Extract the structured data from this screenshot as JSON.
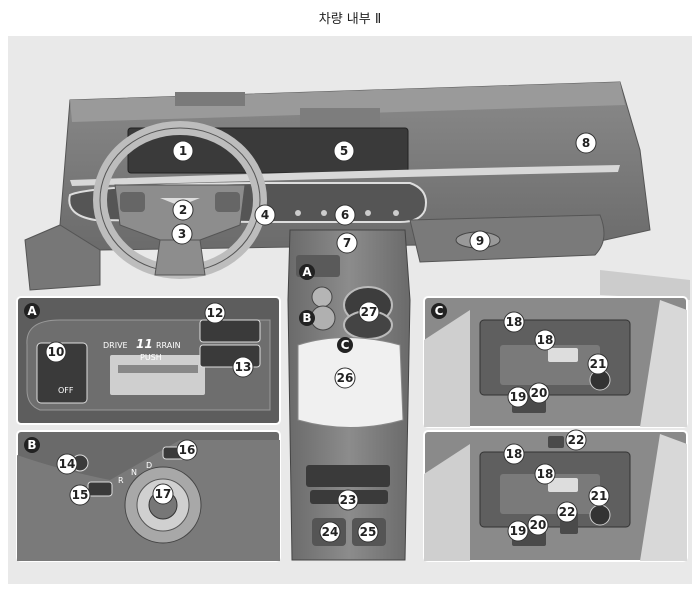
{
  "title": "차량 내부 Ⅱ",
  "panel_labels": {
    "a": "A",
    "b": "B",
    "c": "C"
  },
  "panel_a": {
    "drive_text": "DRIVE",
    "drive_mode": "11",
    "terrain_text": "RRAIN",
    "push_text": "PUSH",
    "off_text": "OFF"
  },
  "panel_b": {
    "gears": [
      "R",
      "N",
      "D"
    ]
  },
  "callouts": {
    "n1": "1",
    "n2": "2",
    "n3": "3",
    "n4": "4",
    "n5": "5",
    "n6": "6",
    "n7": "7",
    "n8": "8",
    "n9": "9",
    "n10": "10",
    "n12": "12",
    "n13": "13",
    "n14": "14",
    "n15": "15",
    "n16": "16",
    "n17": "17",
    "n18": "18",
    "n19": "19",
    "n20": "20",
    "n21": "21",
    "n22": "22",
    "n23": "23",
    "n24": "24",
    "n25": "25",
    "n26": "26",
    "n27": "27"
  }
}
